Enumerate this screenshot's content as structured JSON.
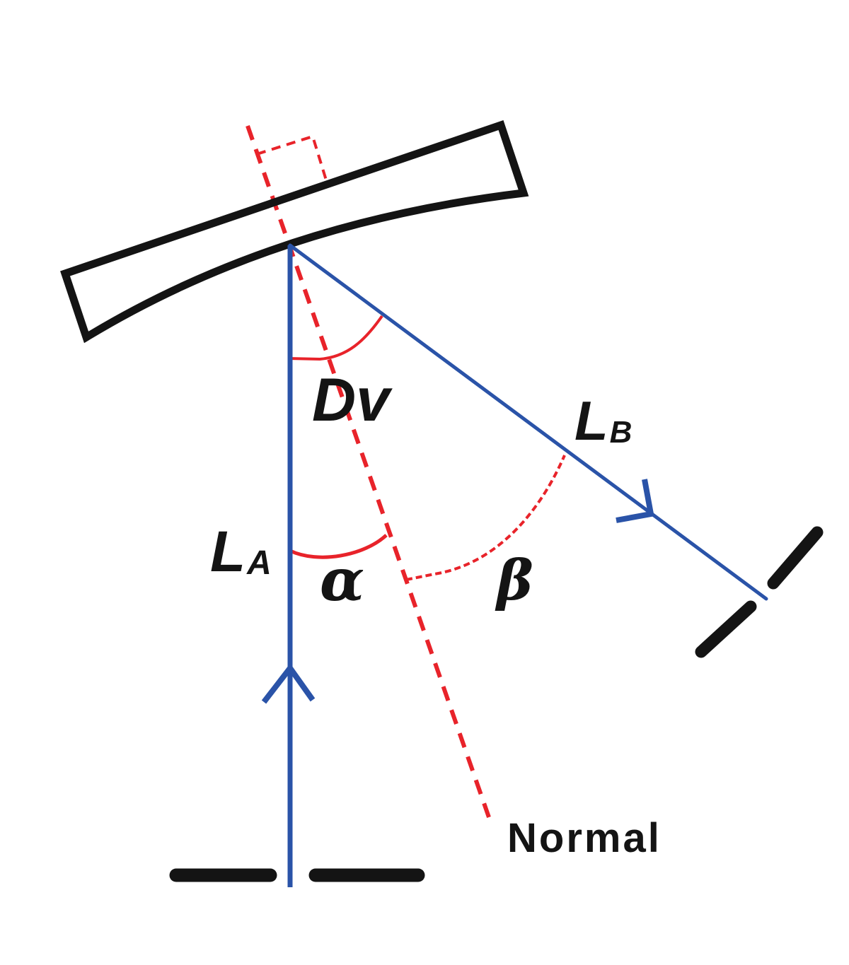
{
  "colors": {
    "ray_blue": "#2a53a8",
    "normal_red": "#e8232a",
    "ink_black": "#141414",
    "background": "#ffffff"
  },
  "labels": {
    "deviation_angle": "Dv",
    "ray_b": {
      "symbol": "L",
      "subscript": "B"
    },
    "ray_a": {
      "symbol": "L",
      "subscript": "A"
    },
    "angle_alpha": "α",
    "angle_beta": "β",
    "normal": "Normal"
  }
}
